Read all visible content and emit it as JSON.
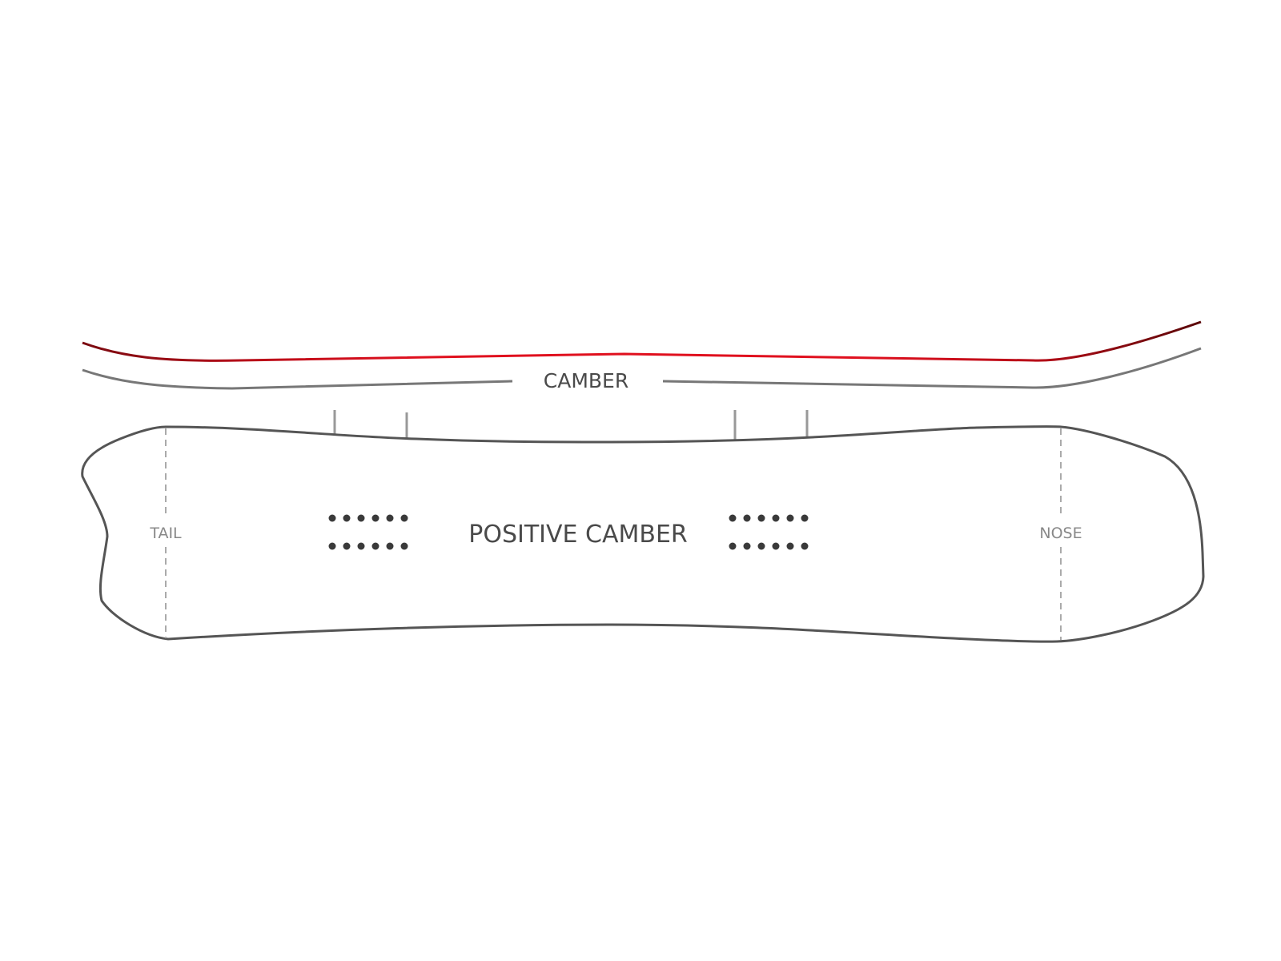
{
  "diagram": {
    "profile_label": "CAMBER",
    "board_label": "POSITIVE CAMBER",
    "tail_label": "TAIL",
    "nose_label": "NOSE"
  },
  "colors": {
    "background": "#ffffff",
    "camber_line_red": "#d9101e",
    "camber_line_dark_red": "#7a0a10",
    "base_line_grey": "#777777",
    "outline": "#555555",
    "contact_marker": "#999999",
    "dashed_line": "#aaaaaa",
    "insert_dot": "#3a3a3a",
    "label_dark": "#4a4a4a",
    "label_grey": "#888888"
  },
  "inserts": {
    "left_x": [
      415,
      433,
      451,
      469,
      487,
      505
    ],
    "right_x": [
      915,
      933,
      951,
      969,
      987,
      1005
    ],
    "rows_y": [
      647,
      682
    ]
  },
  "contact_markers_x": [
    418,
    508,
    918,
    1008
  ]
}
